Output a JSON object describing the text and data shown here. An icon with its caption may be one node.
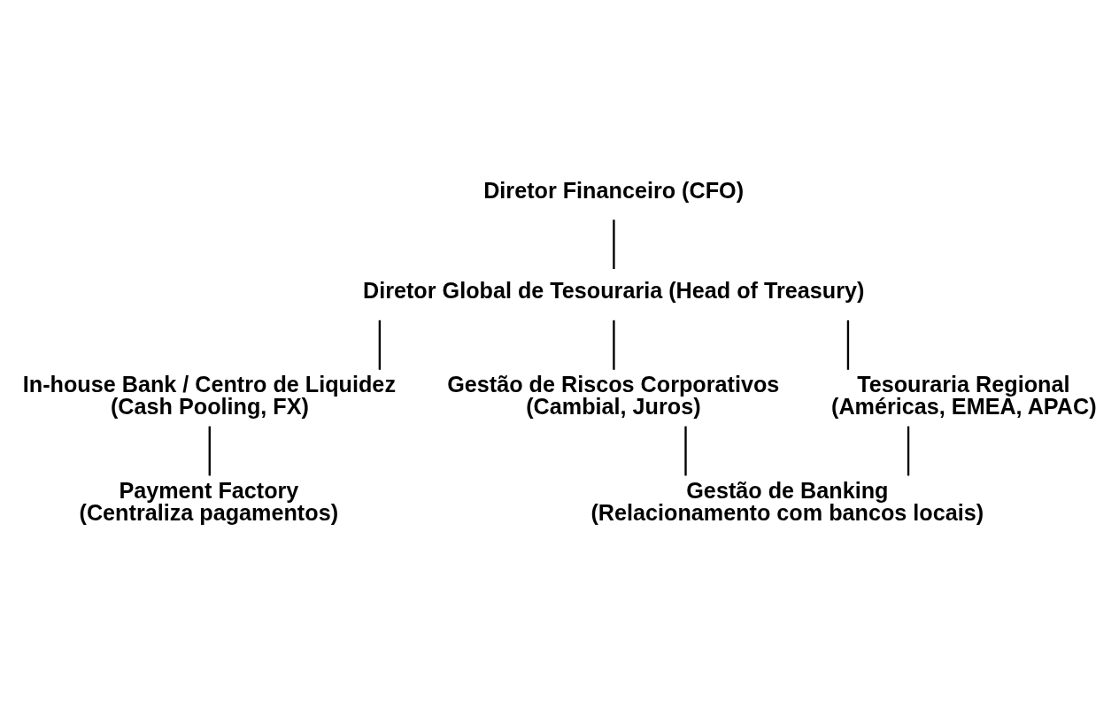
{
  "diagram": {
    "nodes": [
      {
        "text": [
          "Diretor Financeiro (CFO)"
        ]
      },
      {
        "text": [
          "Diretor Global de Tesouraria (Head of Treasury)"
        ]
      },
      {
        "text": [
          "In-house Bank / Centro de Liquidez",
          "(Cash Pooling, FX)"
        ]
      },
      {
        "text": [
          "Gestão de Riscos Corporativos",
          "(Cambial, Juros)"
        ]
      },
      {
        "text": [
          "Tesouraria Regional",
          "(Américas, EMEA, APAC)"
        ]
      },
      {
        "text": [
          "Payment Factory",
          "(Centraliza pagamentos)"
        ]
      },
      {
        "text": [
          "Gestão de Banking",
          "(Relacionamento com bancos locais)"
        ]
      }
    ],
    "edges": [
      {
        "from": 0,
        "to": 1,
        "arrow": "none"
      },
      {
        "from": 1,
        "to": 2,
        "arrow": "none"
      },
      {
        "from": 1,
        "to": 3,
        "arrow": "none"
      },
      {
        "from": 1,
        "to": 4,
        "arrow": "none"
      },
      {
        "from": 2,
        "to": 5,
        "arrow": "none"
      },
      {
        "from": 3,
        "to": 6,
        "arrow": "none"
      },
      {
        "from": 4,
        "to": 6,
        "arrow": "none"
      }
    ]
  }
}
